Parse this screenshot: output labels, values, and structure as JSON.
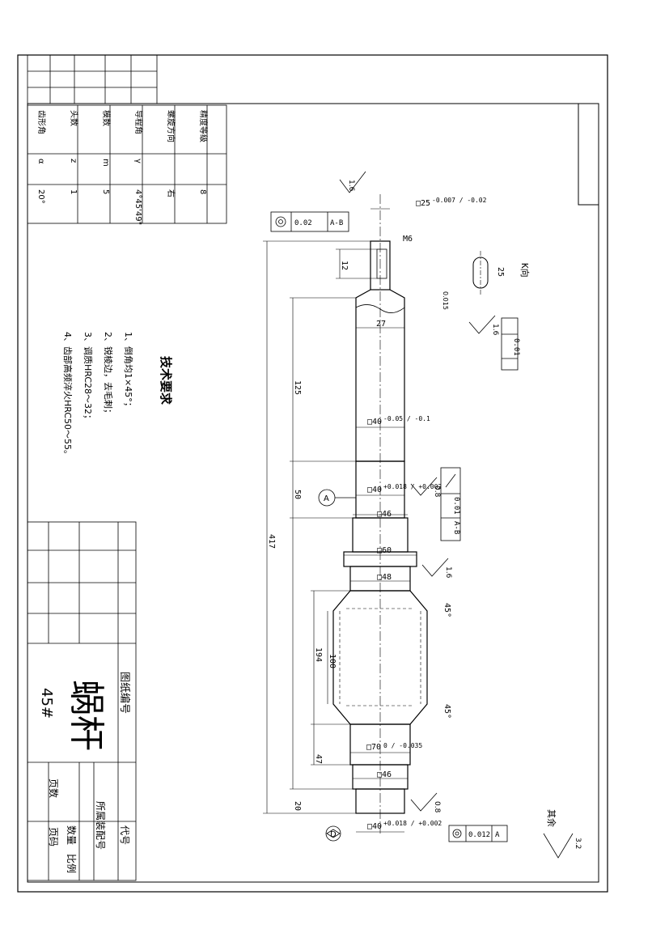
{
  "title_block": {
    "part_name": "蜗杆",
    "material": "45#",
    "drawing_no_label": "图纸编号",
    "code_label": "代号",
    "assembly_label": "所属装配号",
    "quantity_label": "数量",
    "scale_label": "比例",
    "sheets_label": "页数",
    "page_label": "页码"
  },
  "technical_requirements": {
    "heading": "技术要求",
    "items": [
      "1、倒角均1×45°；",
      "2、锐棱边，去毛刺；",
      "3、调质HRC28～32；",
      "4、齿部高频淬火HRC50～55。"
    ]
  },
  "params_table": {
    "rows": [
      {
        "label": "齿形角",
        "symbol": "α",
        "value": "20°"
      },
      {
        "label": "头数",
        "symbol": "z",
        "value": "1"
      },
      {
        "label": "模数",
        "symbol": "m",
        "value": "5"
      },
      {
        "label": "导程角",
        "symbol": "γ",
        "value": "4°45'49\""
      },
      {
        "label": "螺旋方向",
        "symbol": "",
        "value": "右"
      },
      {
        "label": "精度等级",
        "symbol": "",
        "value": "8"
      }
    ]
  },
  "dimensions": {
    "total_length": "417",
    "keyway_label": "K向",
    "datum_a": "A",
    "datum_d": "D",
    "rest_roughness": "其余",
    "roughness_1": "1.6",
    "roughness_2": "0.8",
    "roughness_3": "3.2",
    "d_top": "□25",
    "d_top_tol": "-0.007 / -0.02",
    "d40": "□40",
    "d40_tol": "-0.05 / -0.1",
    "d40_bearing_tol": "+0.018 / +0.002",
    "d46": "□46",
    "d60": "□60",
    "d48": "□48",
    "d70": "□70",
    "d70_tol": "0 / -0.035",
    "chamfer": "45°",
    "len_125": "125",
    "len_50": "50",
    "len_100": "100",
    "len_194": "194",
    "len_47": "47",
    "len_20": "20",
    "len_27": "27",
    "len_12": "12",
    "len_25": "25",
    "m6": "M6",
    "tol_0015": "0.015",
    "tol_002": "0.02",
    "tol_001": "0.01",
    "tol_0012": "0.012",
    "ref_ab": "A-B"
  }
}
